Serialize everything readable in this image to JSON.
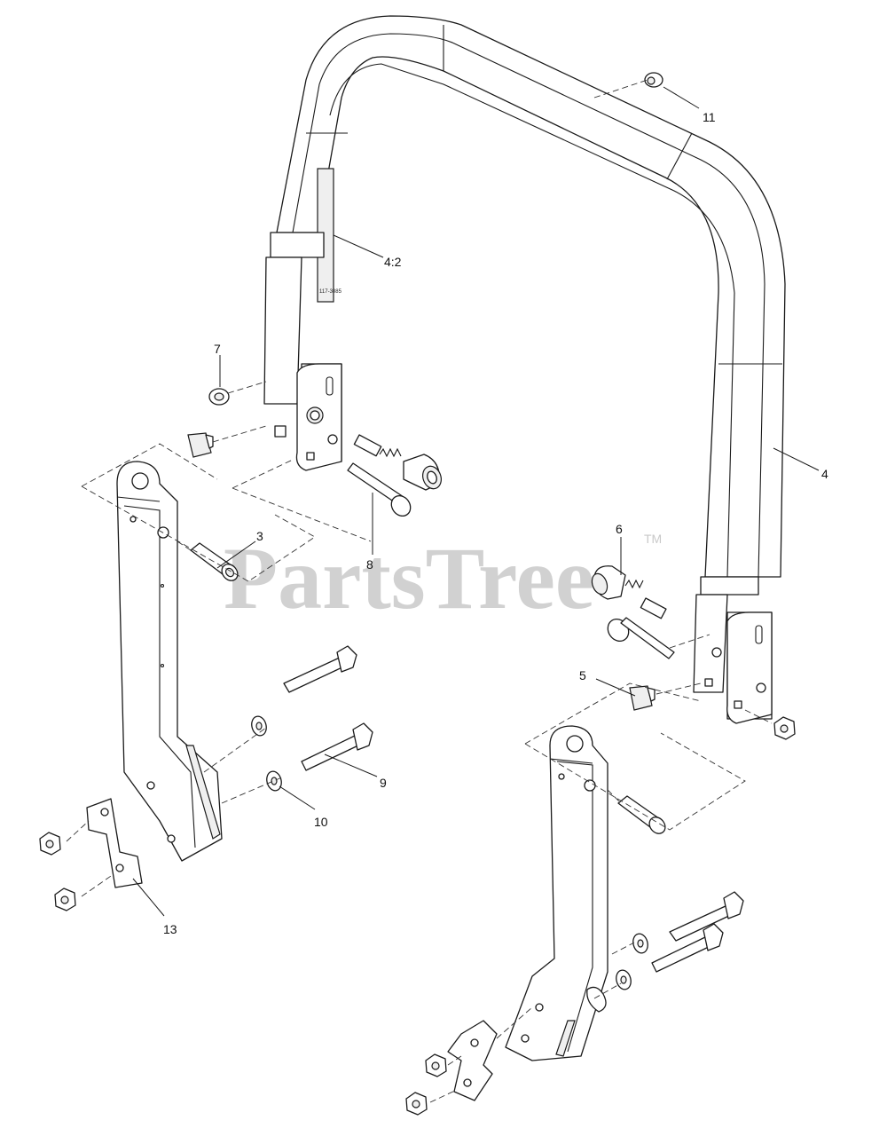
{
  "watermark": {
    "brand": "PartsTree",
    "trademark": "TM"
  },
  "decal_text": "117-3085",
  "callouts": {
    "c3": "3",
    "c4": "4",
    "c4_2": "4:2",
    "c5": "5",
    "c6": "6",
    "c7": "7",
    "c8": "8",
    "c9": "9",
    "c10": "10",
    "c11": "11",
    "c13": "13"
  }
}
